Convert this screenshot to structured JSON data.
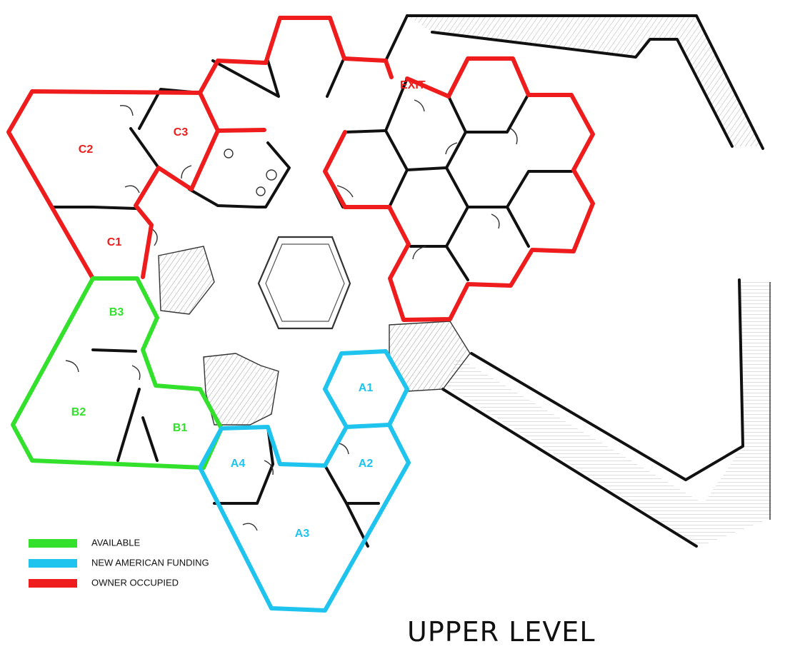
{
  "title": "UPPER LEVEL",
  "exit_label": "EXIT",
  "colors": {
    "available": "#33e12d",
    "new_american_funding": "#1ec3ee",
    "owner_occupied": "#ee1c1c",
    "walls": "#111111"
  },
  "units": {
    "c1": "C1",
    "c2": "C2",
    "c3": "C3",
    "b1": "B1",
    "b2": "B2",
    "b3": "B3",
    "a1": "A1",
    "a2": "A2",
    "a3": "A3",
    "a4": "A4"
  },
  "legend": [
    {
      "label": "AVAILABLE",
      "color": "#33e12d"
    },
    {
      "label": "NEW AMERICAN FUNDING",
      "color": "#1ec3ee"
    },
    {
      "label": "OWNER OCCUPIED",
      "color": "#ee1c1c"
    }
  ]
}
